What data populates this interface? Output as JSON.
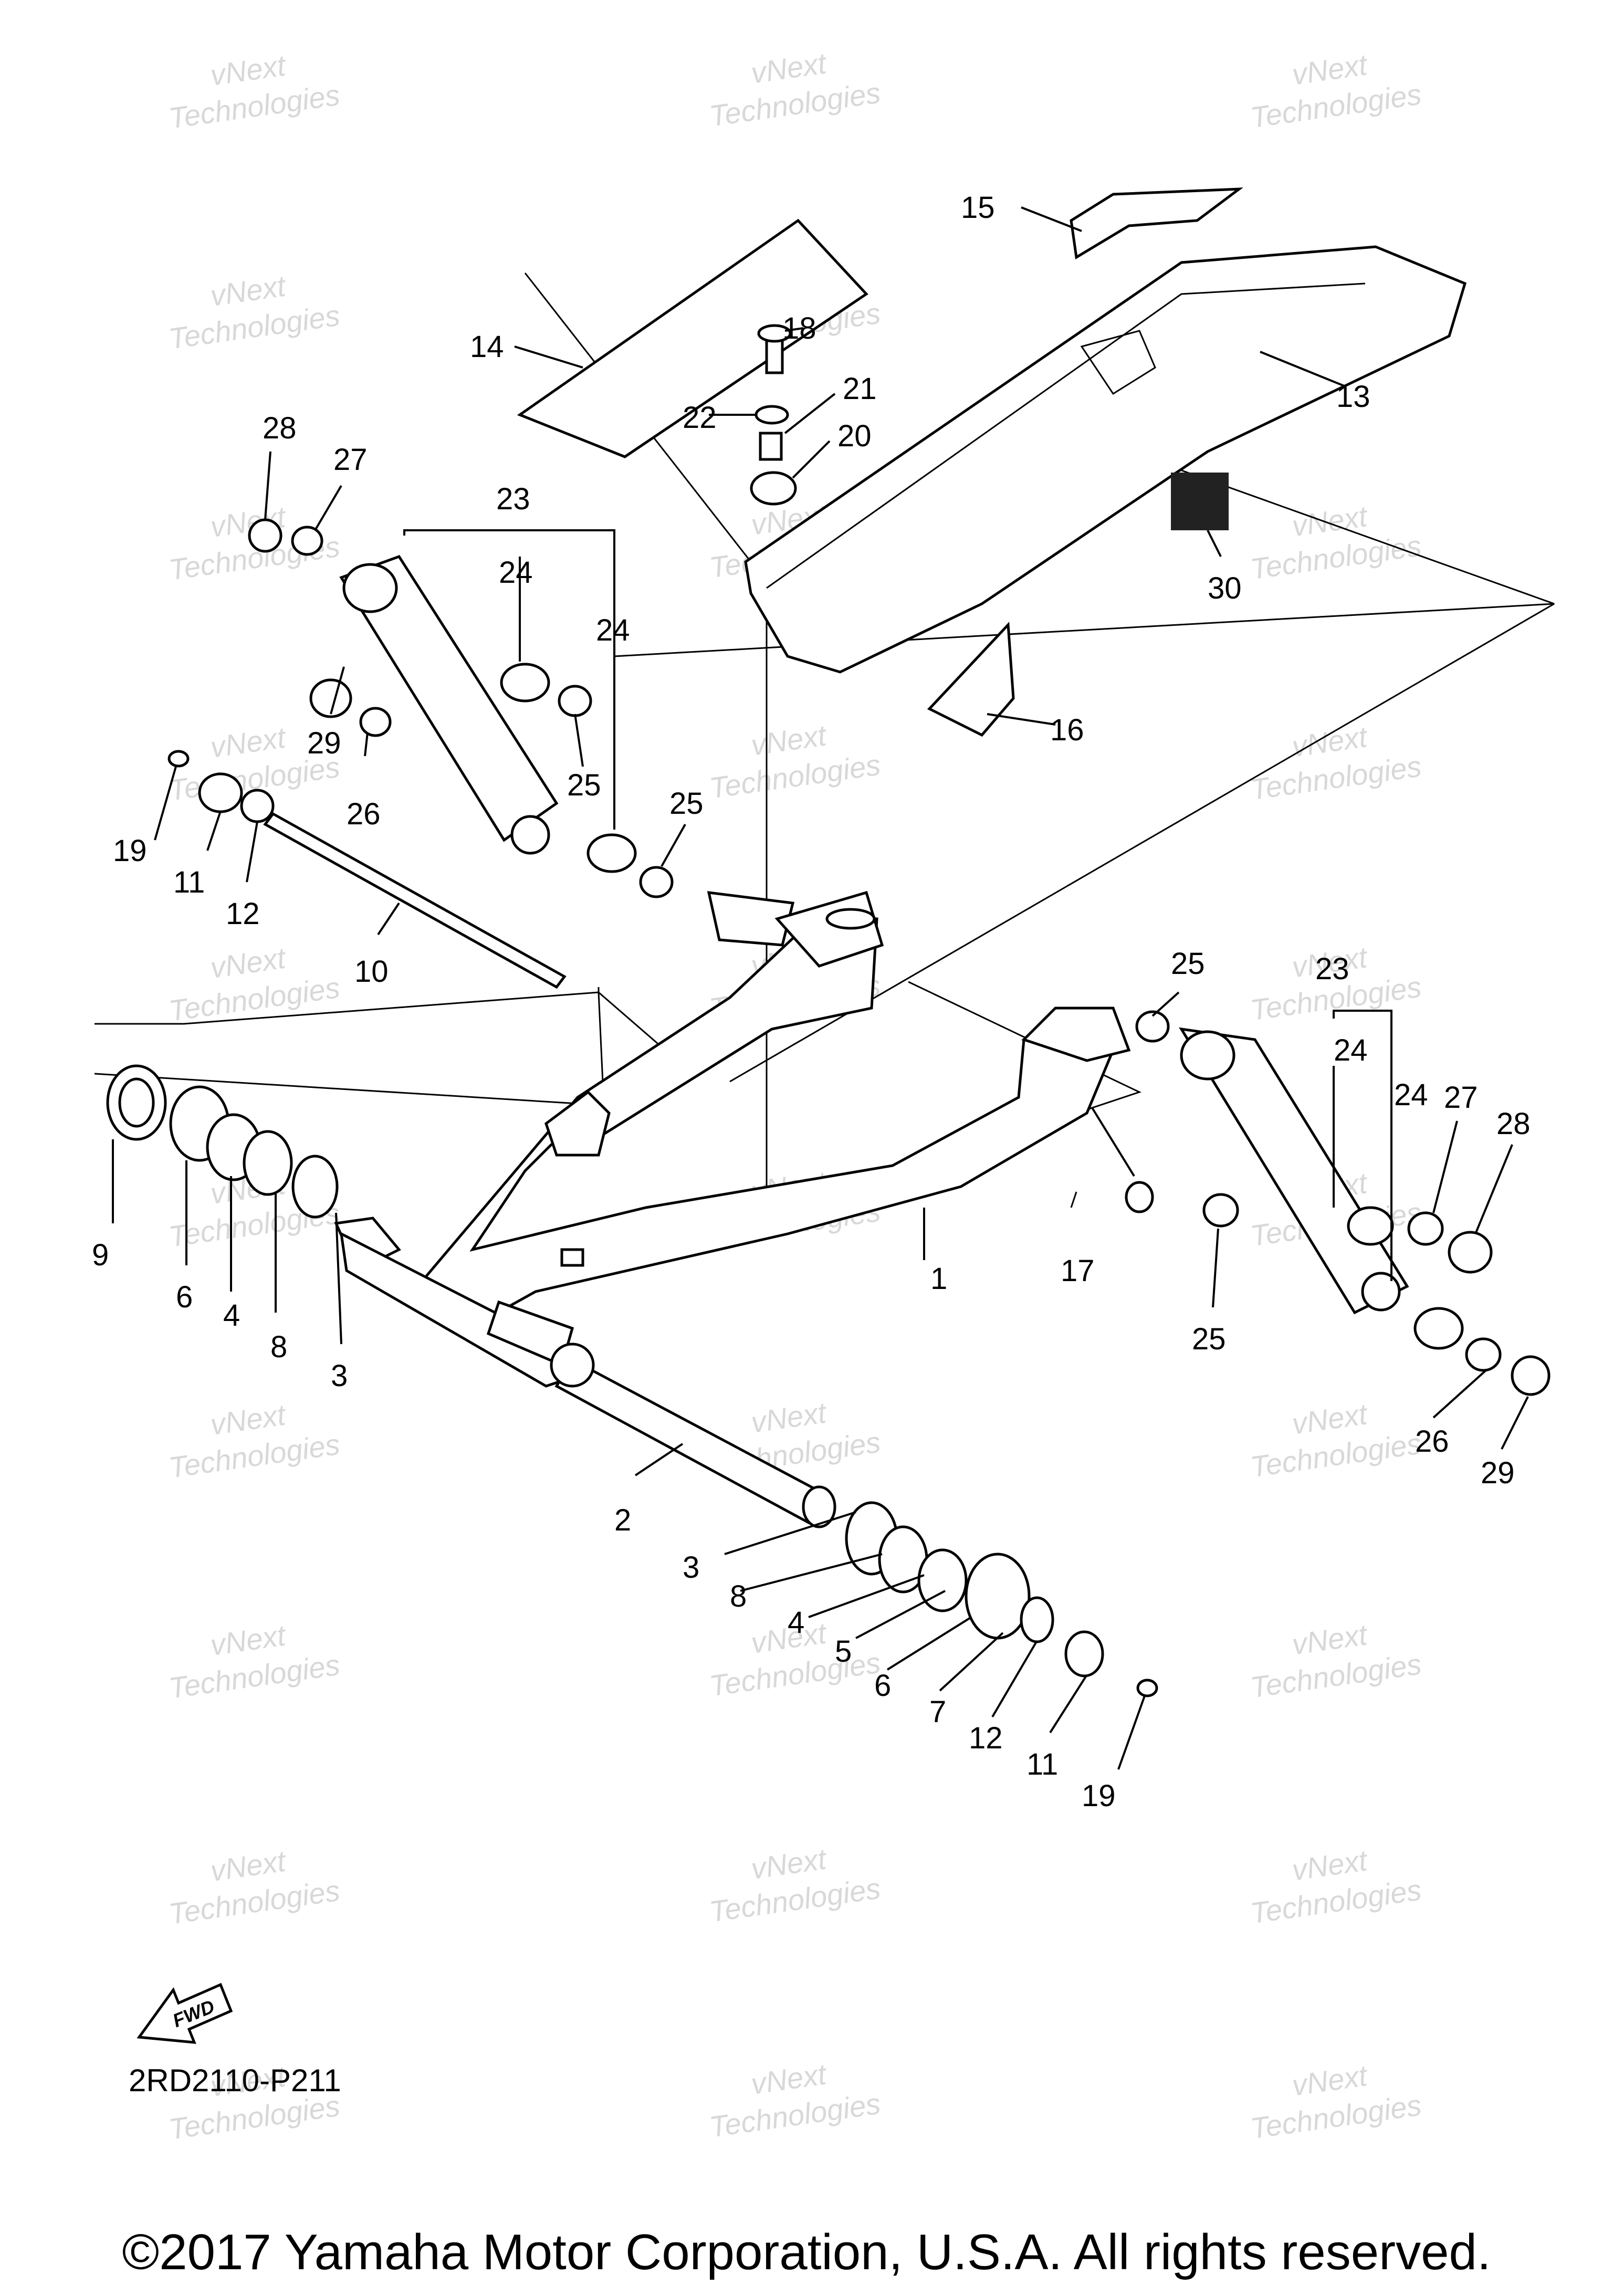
{
  "watermark": {
    "line1": "vNext",
    "line2": "Technologies"
  },
  "diagram_code": "2RD2110-P211",
  "fwd_label": "FWD",
  "copyright": "©2017 Yamaha Motor Corporation, U.S.A. All rights reserved.",
  "callouts": {
    "c1": "1",
    "c2": "2",
    "c3a": "3",
    "c3b": "3",
    "c4a": "4",
    "c4b": "4",
    "c5": "5",
    "c6a": "6",
    "c6b": "6",
    "c7": "7",
    "c8a": "8",
    "c8b": "8",
    "c9": "9",
    "c10": "10",
    "c11a": "11",
    "c11b": "11",
    "c12a": "12",
    "c12b": "12",
    "c13": "13",
    "c14": "14",
    "c15": "15",
    "c16": "16",
    "c17": "17",
    "c18": "18",
    "c19a": "19",
    "c19b": "19",
    "c20": "20",
    "c21": "21",
    "c22": "22",
    "c23a": "23",
    "c23b": "23",
    "c24a": "24",
    "c24b": "24",
    "c24c": "24",
    "c24d": "24",
    "c25a": "25",
    "c25b": "25",
    "c25c": "25",
    "c25d": "25",
    "c26a": "26",
    "c26b": "26",
    "c27a": "27",
    "c27b": "27",
    "c28a": "28",
    "c28b": "28",
    "c29a": "29",
    "c29b": "29",
    "c30": "30"
  }
}
